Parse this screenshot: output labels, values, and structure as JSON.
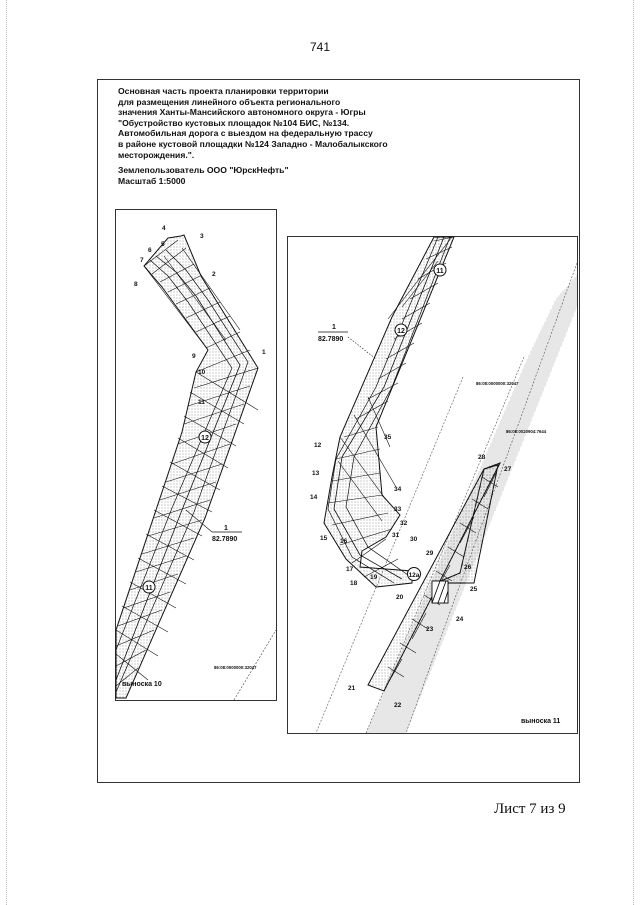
{
  "page_number": "741",
  "header_lines": [
    "Основная часть проекта планировки территории",
    "для размещения линейного объекта регионального",
    "значения Ханты-Мансийского автономного округа - Югры",
    "\"Обустройство кустовых площадок №104 БИС, №134.",
    "Автомобильная дорога с выездом на федеральную трассу",
    "в районе кустовой площадки №124 Западно - Малобалыкского",
    "месторождения.\"."
  ],
  "land_user": "Землепользователь ООО \"ЮрскНефть\"",
  "scale": "Масштаб 1:5000",
  "left_map": {
    "caption": "выноска 10",
    "points": [
      {
        "label": "1",
        "pos": "right"
      },
      {
        "label": "2",
        "pos": "right"
      },
      {
        "label": "3",
        "pos": "right"
      },
      {
        "label": "4",
        "pos": "left"
      },
      {
        "label": "5",
        "pos": "left"
      },
      {
        "label": "6",
        "pos": "left"
      },
      {
        "label": "7",
        "pos": "left"
      },
      {
        "label": "8",
        "pos": "left"
      },
      {
        "label": "9",
        "pos": "left"
      },
      {
        "label": "10",
        "pos": "left"
      },
      {
        "label": "11",
        "pos": "left"
      }
    ],
    "zones": [
      "12",
      "11"
    ],
    "fraction": {
      "numerator": "1",
      "denominator": "82.7890"
    },
    "cadastral": "86:08:0000000:32047"
  },
  "right_map": {
    "caption": "выноска 11",
    "points": [
      "12",
      "13",
      "14",
      "15",
      "16",
      "17",
      "18",
      "19",
      "20",
      "21",
      "22",
      "23",
      "24",
      "25",
      "26",
      "27",
      "28",
      "29",
      "30",
      "31",
      "32",
      "33",
      "34",
      "35"
    ],
    "zones": [
      "11",
      "12",
      "12а"
    ],
    "fraction": {
      "numerator": "1",
      "denominator": "82.7890"
    },
    "cadastral": [
      "86:08:0000000:32047",
      "86:08:0020904:7644"
    ]
  },
  "footer": "Лист 7 из 9",
  "colors": {
    "line": "#111111",
    "stipple": "#6a6a6a",
    "frame": "#333333"
  }
}
